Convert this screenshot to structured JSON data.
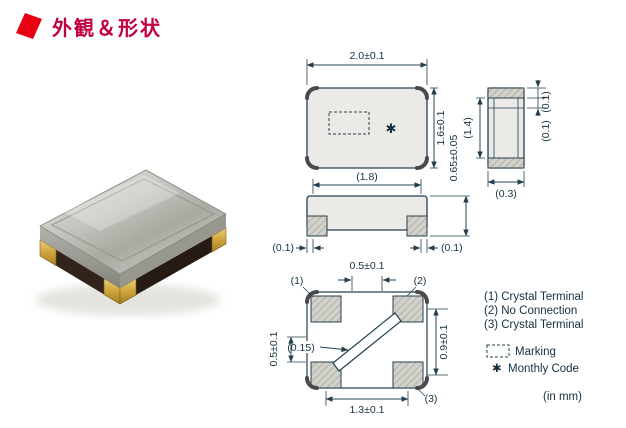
{
  "header": {
    "title": "外観＆形状"
  },
  "views": {
    "top": {
      "width": "2.0±0.1",
      "height": "1.6±0.1",
      "monthly_code": "✱"
    },
    "front": {
      "body_width": "(1.8)",
      "thickness": "0.65±0.05",
      "left_wrap": "(0.1)",
      "right_wrap": "(0.1)"
    },
    "side": {
      "cap_top": "(0.1)",
      "lid_step": "(0.1)",
      "inner_height": "(1.4)",
      "width": "(0.3)"
    },
    "bottom": {
      "pad_width": "0.5±0.1",
      "pad_height": "0.5±0.1",
      "strip_gap": "(0.15)",
      "pitch_vertical": "0.9±0.1",
      "pitch_horizontal": "1.3±0.1",
      "pin1": "(1)",
      "pin2": "(2)",
      "pin3": "(3)"
    }
  },
  "legend": {
    "pins": [
      {
        "label": "(1) Crystal Terminal"
      },
      {
        "label": "(2) No Connection"
      },
      {
        "label": "(3) Crystal Terminal"
      }
    ],
    "marking_label": "Marking",
    "monthly_symbol": "✱",
    "monthly_label": "Monthly Code",
    "units": "(in mm)"
  },
  "colors": {
    "accent_red": "#e60012",
    "title_red": "#c2003e",
    "ink": "#24404f",
    "body_fill": "#eceae6"
  }
}
